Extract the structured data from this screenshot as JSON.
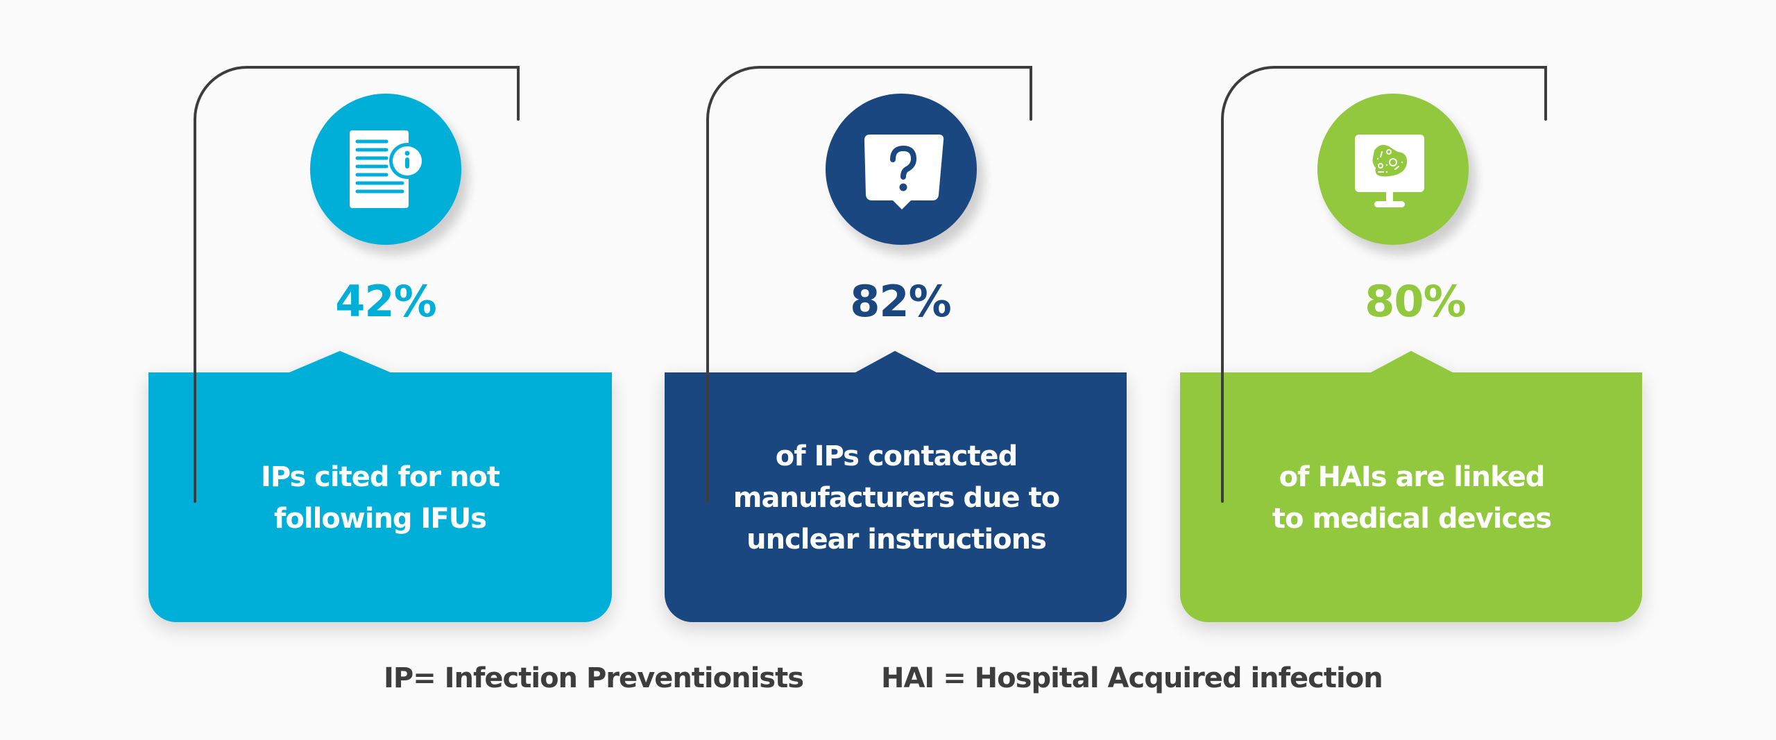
{
  "colors": {
    "cyan": "#00afd8",
    "navy": "#1a4780",
    "green": "#92c83e",
    "connector": "#3d3d3d",
    "legend_text": "#3d3d3d"
  },
  "stats": [
    {
      "icon": "document-info-icon",
      "percent": "42%",
      "description": "IPs cited for not\nfollowing IFUs",
      "color": "#00afd8"
    },
    {
      "icon": "question-bubble-icon",
      "percent": "82%",
      "description": "of IPs contacted\nmanufacturers due to\nunclear instructions",
      "color": "#1a4780"
    },
    {
      "icon": "monitor-germ-icon",
      "percent": "80%",
      "description": "of HAIs are linked\nto medical devices",
      "color": "#92c83e"
    }
  ],
  "legend": {
    "ip": "IP= Infection Preventionists",
    "hai": "HAI = Hospital Acquired infection"
  }
}
